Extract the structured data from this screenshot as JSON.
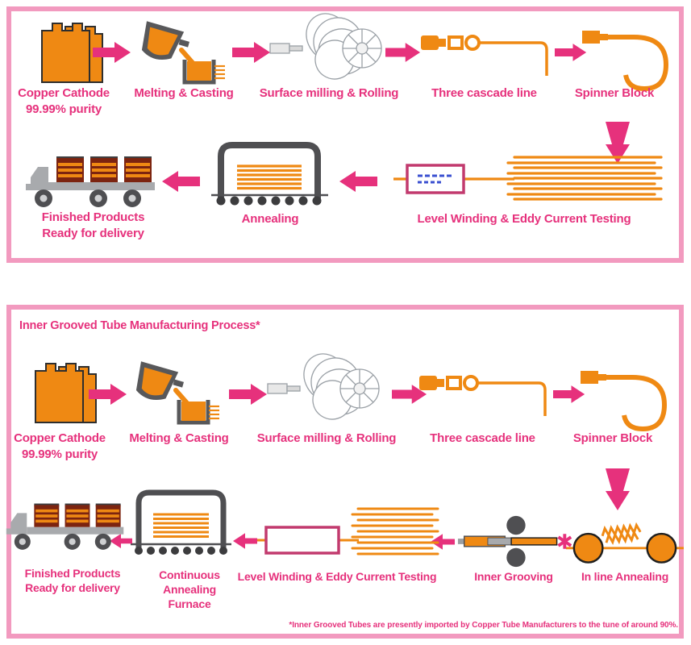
{
  "colors": {
    "pink_text_and_arrows": "#e6317c",
    "panel_border_pink": "#f29abf",
    "equipment_orange": "#ef8913",
    "equipment_dark_gray": "#4f4f52",
    "equipment_light_gray": "#a8aaad",
    "tester_outline": "#c23a6e",
    "tester_display_blue": "#3a4fd0",
    "coil_load_dark_red": "#7c2410"
  },
  "top_panel": {
    "row1": [
      {
        "icon": "copper-cathode-icon",
        "label": "Copper Cathode 99.99% purity"
      },
      {
        "icon": "melting-casting-icon",
        "label": "Melting & Casting"
      },
      {
        "icon": "surface-milling-icon",
        "label": "Surface milling & Rolling"
      },
      {
        "icon": "three-cascade-line-icon",
        "label": "Three cascade line"
      },
      {
        "icon": "spinner-block-icon",
        "label": "Spinner Block"
      }
    ],
    "row2": [
      {
        "icon": "level-winding-eddy-tester-icon",
        "label": "Level Winding & Eddy Current Testing"
      },
      {
        "icon": "annealing-furnace-icon",
        "label": "Annealing"
      },
      {
        "icon": "delivery-truck-icon",
        "label": "Finished Products Ready for delivery"
      }
    ]
  },
  "bottom_panel": {
    "title": "Inner Grooved Tube Manufacturing Process*",
    "row1": [
      {
        "icon": "copper-cathode-icon",
        "label": "Copper Cathode 99.99% purity"
      },
      {
        "icon": "melting-casting-icon",
        "label": "Melting & Casting"
      },
      {
        "icon": "surface-milling-icon",
        "label": "Surface milling & Rolling"
      },
      {
        "icon": "three-cascade-line-icon",
        "label": "Three cascade line"
      },
      {
        "icon": "spinner-block-icon",
        "label": "Spinner Block"
      }
    ],
    "row2": [
      {
        "icon": "inline-annealing-icon",
        "label": "In line Annealing"
      },
      {
        "icon": "inner-grooving-icon",
        "label": "Inner Grooving"
      },
      {
        "icon": "level-winding-eddy-tester-icon",
        "label": "Level Winding & Eddy Current Testing"
      },
      {
        "icon": "continuous-annealing-furnace-icon",
        "label": "Continuous Annealing Furnace"
      },
      {
        "icon": "delivery-truck-icon",
        "label": "Finished Products Ready for delivery"
      }
    ],
    "footnote": "*Inner Grooved Tubes are presently imported by Copper Tube Manufacturers to the tune of around 90%."
  }
}
